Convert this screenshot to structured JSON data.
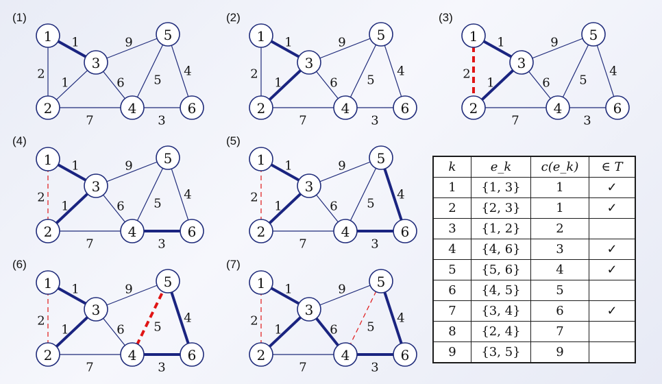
{
  "nodes": [
    {
      "id": "1",
      "label": "1"
    },
    {
      "id": "2",
      "label": "2"
    },
    {
      "id": "3",
      "label": "3"
    },
    {
      "id": "4",
      "label": "4"
    },
    {
      "id": "5",
      "label": "5"
    },
    {
      "id": "6",
      "label": "6"
    }
  ],
  "edges": [
    {
      "key": "13",
      "from": "1",
      "to": "3",
      "weight": "1"
    },
    {
      "key": "23",
      "from": "2",
      "to": "3",
      "weight": "1"
    },
    {
      "key": "12",
      "from": "1",
      "to": "2",
      "weight": "2"
    },
    {
      "key": "46",
      "from": "4",
      "to": "6",
      "weight": "3"
    },
    {
      "key": "56",
      "from": "5",
      "to": "6",
      "weight": "4"
    },
    {
      "key": "45",
      "from": "4",
      "to": "5",
      "weight": "5"
    },
    {
      "key": "34",
      "from": "3",
      "to": "4",
      "weight": "6"
    },
    {
      "key": "24",
      "from": "2",
      "to": "4",
      "weight": "7"
    },
    {
      "key": "35",
      "from": "3",
      "to": "5",
      "weight": "9"
    }
  ],
  "colors": {
    "node_stroke": "#1f2b7a",
    "base_edge": "#1f2b7a",
    "selected_edge": "#1a2480",
    "rejected_edge": "#e01515"
  },
  "steps": [
    {
      "label": "(1)",
      "selected": [
        "13"
      ],
      "rejected_current": [],
      "rejected_prev": []
    },
    {
      "label": "(2)",
      "selected": [
        "13",
        "23"
      ],
      "rejected_current": [],
      "rejected_prev": []
    },
    {
      "label": "(3)",
      "selected": [
        "13",
        "23"
      ],
      "rejected_current": [
        "12"
      ],
      "rejected_prev": []
    },
    {
      "label": "(4)",
      "selected": [
        "13",
        "23",
        "46"
      ],
      "rejected_current": [],
      "rejected_prev": [
        "12"
      ]
    },
    {
      "label": "(5)",
      "selected": [
        "13",
        "23",
        "46",
        "56"
      ],
      "rejected_current": [],
      "rejected_prev": [
        "12"
      ]
    },
    {
      "label": "(6)",
      "selected": [
        "13",
        "23",
        "46",
        "56"
      ],
      "rejected_current": [
        "45"
      ],
      "rejected_prev": [
        "12"
      ]
    },
    {
      "label": "(7)",
      "selected": [
        "13",
        "23",
        "46",
        "56",
        "34"
      ],
      "rejected_current": [],
      "rejected_prev": [
        "12",
        "45"
      ]
    }
  ],
  "table": {
    "headers": [
      "k",
      "e_k",
      "c(e_k)",
      "∈ T"
    ],
    "rows": [
      {
        "k": "1",
        "edge": "{1, 3}",
        "cost": "1",
        "in_tree": "✓"
      },
      {
        "k": "2",
        "edge": "{2, 3}",
        "cost": "1",
        "in_tree": "✓"
      },
      {
        "k": "3",
        "edge": "{1, 2}",
        "cost": "2",
        "in_tree": ""
      },
      {
        "k": "4",
        "edge": "{4, 6}",
        "cost": "3",
        "in_tree": "✓"
      },
      {
        "k": "5",
        "edge": "{5, 6}",
        "cost": "4",
        "in_tree": "✓"
      },
      {
        "k": "6",
        "edge": "{4, 5}",
        "cost": "5",
        "in_tree": ""
      },
      {
        "k": "7",
        "edge": "{3, 4}",
        "cost": "6",
        "in_tree": "✓"
      },
      {
        "k": "8",
        "edge": "{2, 4}",
        "cost": "7",
        "in_tree": ""
      },
      {
        "k": "9",
        "edge": "{3, 5}",
        "cost": "9",
        "in_tree": ""
      }
    ]
  }
}
